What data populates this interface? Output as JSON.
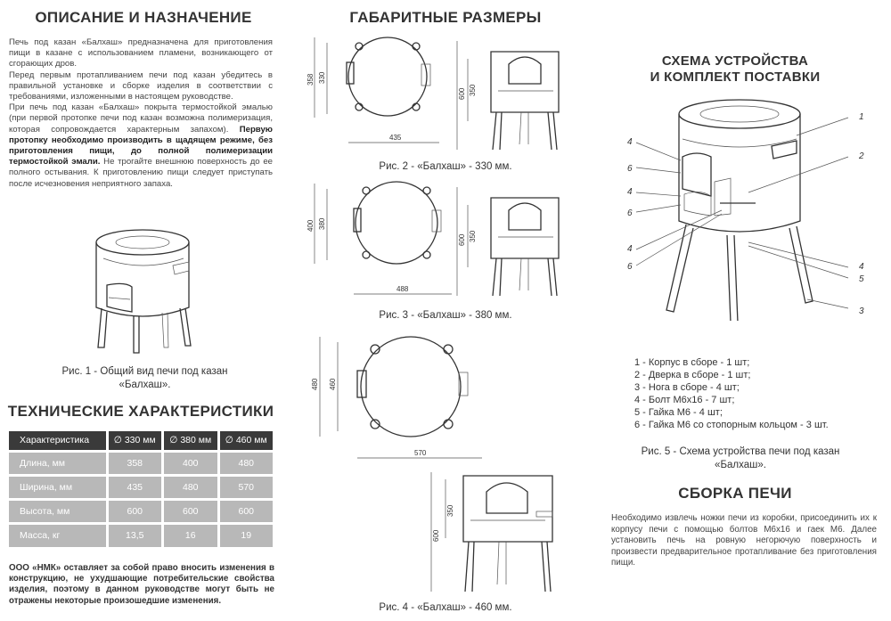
{
  "left": {
    "title": "ОПИСАНИЕ И НАЗНАЧЕНИЕ",
    "paragraphs": {
      "p1": "Печь под казан «Балхаш» предназначена для приготовления пищи в казане с использованием пламени, возникающего от сгорающих дров.",
      "p2": "Перед первым протапливанием печи под казан убедитесь в правильной установке и сборке изделия в соответствии с требованиями, изложенными в настоящем руководстве.",
      "p3a": "При печь под казан «Балхаш» покрыта термостойкой эмалью (при первой протопке печи под казан возможна полимеризация, которая сопровождается характерным запахом).",
      "p3b": "Первую протопку необходимо производить в щадящем режиме, без приготовления пищи, до полной полимеризации термостойкой эмали.",
      "p3c": "Не трогайте внешнюю поверхность до ее полного остывания. К приготовлению пищи следует приступать после исчезновения неприятного запаха."
    },
    "fig1_caption": "Рис. 1 - Общий вид печи под казан «Балхаш».",
    "tech_title": "ТЕХНИЧЕСКИЕ ХАРАКТЕРИСТИКИ",
    "table": {
      "headers": [
        "Характеристика",
        "∅ 330 мм",
        "∅ 380 мм",
        "∅ 460 мм"
      ],
      "rows": [
        [
          "Длина, мм",
          "358",
          "400",
          "480"
        ],
        [
          "Ширина, мм",
          "435",
          "480",
          "570"
        ],
        [
          "Высота, мм",
          "600",
          "600",
          "600"
        ],
        [
          "Масса, кг",
          "13,5",
          "16",
          "19"
        ]
      ]
    },
    "disclaimer": "ООО «НМК» оставляет за собой право вносить изменения в конструкцию, не ухудшающие потребительские свойства изделия, поэтому в данном руководстве могут быть не отражены некоторые произошедшие изменения."
  },
  "middle": {
    "title": "ГАБАРИТНЫЕ РАЗМЕРЫ",
    "fig2": {
      "caption": "Рис. 2 - «Балхаш» - 330 мм.",
      "d_outer": "358",
      "d_inner": "330",
      "width": "435",
      "h1": "350",
      "h2": "600"
    },
    "fig3": {
      "caption": "Рис. 3 - «Балхаш» - 380 мм.",
      "d_outer": "400",
      "d_inner": "380",
      "width": "488",
      "h1": "350",
      "h2": "600"
    },
    "fig4": {
      "caption": "Рис. 4 - «Балхаш» - 460 мм.",
      "d_outer": "480",
      "d_inner": "460",
      "width": "570",
      "h1": "350",
      "h2": "600"
    }
  },
  "right": {
    "title_line1": "СХЕМА УСТРОЙСТВА",
    "title_line2": "И КОМПЛЕКТ ПОСТАВКИ",
    "callouts": [
      "1",
      "2",
      "3",
      "4",
      "5",
      "6"
    ],
    "parts": [
      "1 - Корпус в сборе - 1 шт;",
      "2 - Дверка в сборе - 1 шт;",
      "3 - Нога в сборе - 4 шт;",
      "4 - Болт М6х16 - 7 шт;",
      "5 - Гайка М6 - 4 шт;",
      "6 - Гайка М6 со стопорным кольцом - 3 шт."
    ],
    "fig5_caption": "Рис. 5 - Схема устройства печи под казан «Балхаш».",
    "assembly_title": "СБОРКА ПЕЧИ",
    "assembly_text": "Необходимо извлечь ножки печи из коробки, присоединить их к корпусу печи с помощью болтов М6х16 и гаек М6. Далее установить печь на ровную негорючую поверхность и произвести предварительное протапливание без приготовления пищи."
  }
}
